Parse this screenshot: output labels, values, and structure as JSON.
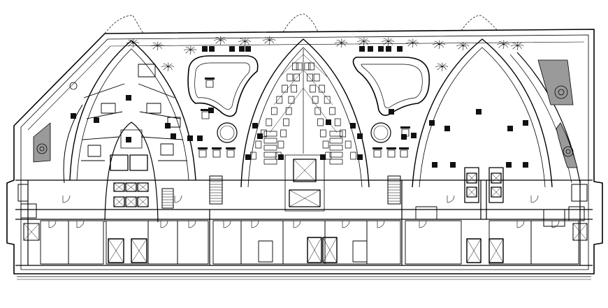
{
  "drawing": {
    "line_color": "#000000",
    "background_color": "#ffffff",
    "fill_textured": "#9a9a9a",
    "fill_solid": "#111111"
  },
  "elements": {
    "outer_wall": "building-outline",
    "pools": [
      "pool-left",
      "pool-right"
    ],
    "cores": [
      "elevator-core-left",
      "elevator-core-center",
      "elevator-core-right"
    ],
    "icons": [
      "palm-tree-icon",
      "column-icon",
      "round-table-icon",
      "elevator-icon",
      "stair-icon"
    ]
  }
}
